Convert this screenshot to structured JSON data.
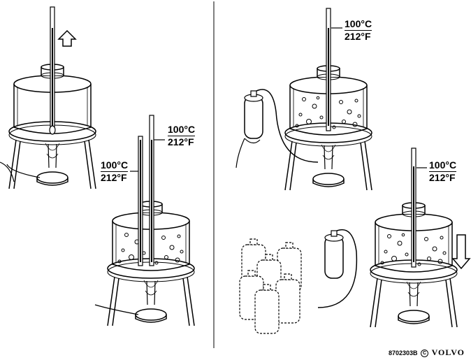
{
  "labels": {
    "panel2_top": {
      "celsius": "100°C",
      "fahrenheit": "212°F"
    },
    "panel2_left": {
      "celsius": "100°C",
      "fahrenheit": "212°F"
    },
    "panel3": {
      "celsius": "100°C",
      "fahrenheit": "212°F"
    },
    "panel4": {
      "celsius": "100°C",
      "fahrenheit": "212°F"
    }
  },
  "footer": {
    "code": "8702303B",
    "copyright": "C",
    "brand": "VOLVO"
  }
}
